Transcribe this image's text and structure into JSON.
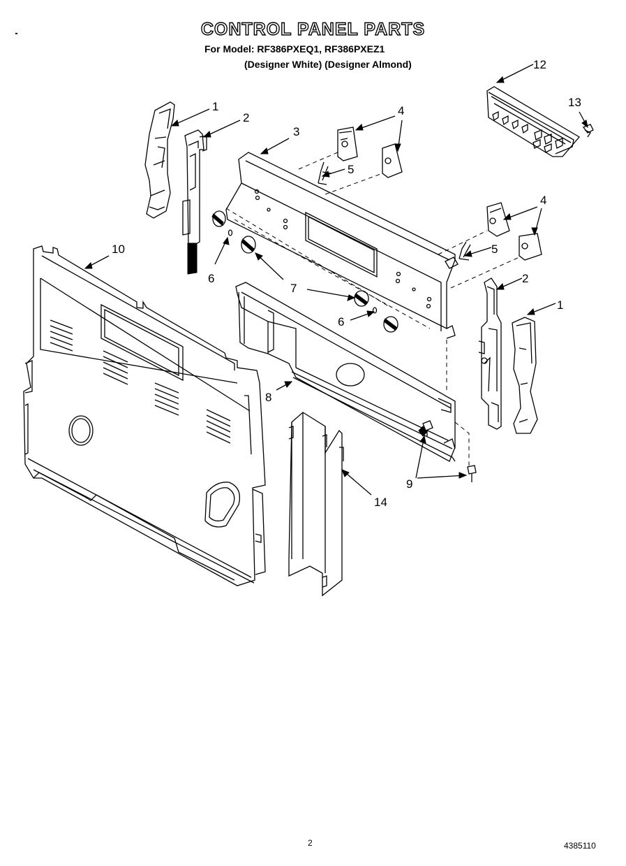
{
  "title": "CONTROL PANEL PARTS",
  "subtitle": "For Model: RF386PXEQ1, RF386PXEZ1",
  "subtitle_variants": "(Designer White) (Designer Almond)",
  "page_number": "2",
  "document_number": "4385110",
  "callouts": {
    "c1a": "1",
    "c1b": "1",
    "c2a": "2",
    "c2b": "2",
    "c3": "3",
    "c4a": "4",
    "c4b": "4",
    "c5a": "5",
    "c5b": "5",
    "c6a": "6",
    "c6b": "6",
    "c7": "7",
    "c8": "8",
    "c9": "9",
    "c10": "10",
    "c12": "12",
    "c13": "13",
    "c14": "14"
  }
}
